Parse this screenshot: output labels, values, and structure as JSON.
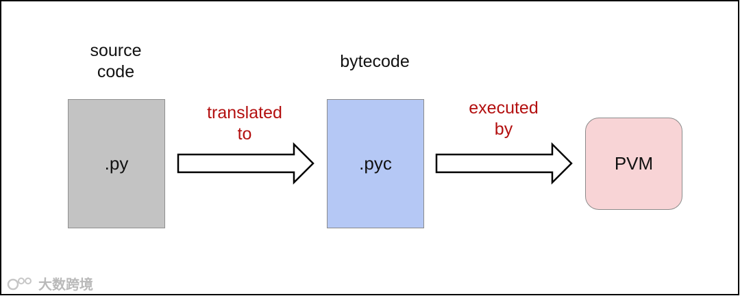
{
  "diagram": {
    "source_label": "source\ncode",
    "bytecode_label": "bytecode",
    "py_label": ".py",
    "pyc_label": ".pyc",
    "pvm_label": "PVM",
    "arrow1_label": "translated\nto",
    "arrow2_label": "executed\nby"
  },
  "watermark": {
    "text": "大数跨境"
  },
  "colors": {
    "py_box": "#c3c3c3",
    "pyc_box": "#b5c8f5",
    "pvm_box": "#f8d4d6",
    "arrow_text": "#b30f0f"
  }
}
